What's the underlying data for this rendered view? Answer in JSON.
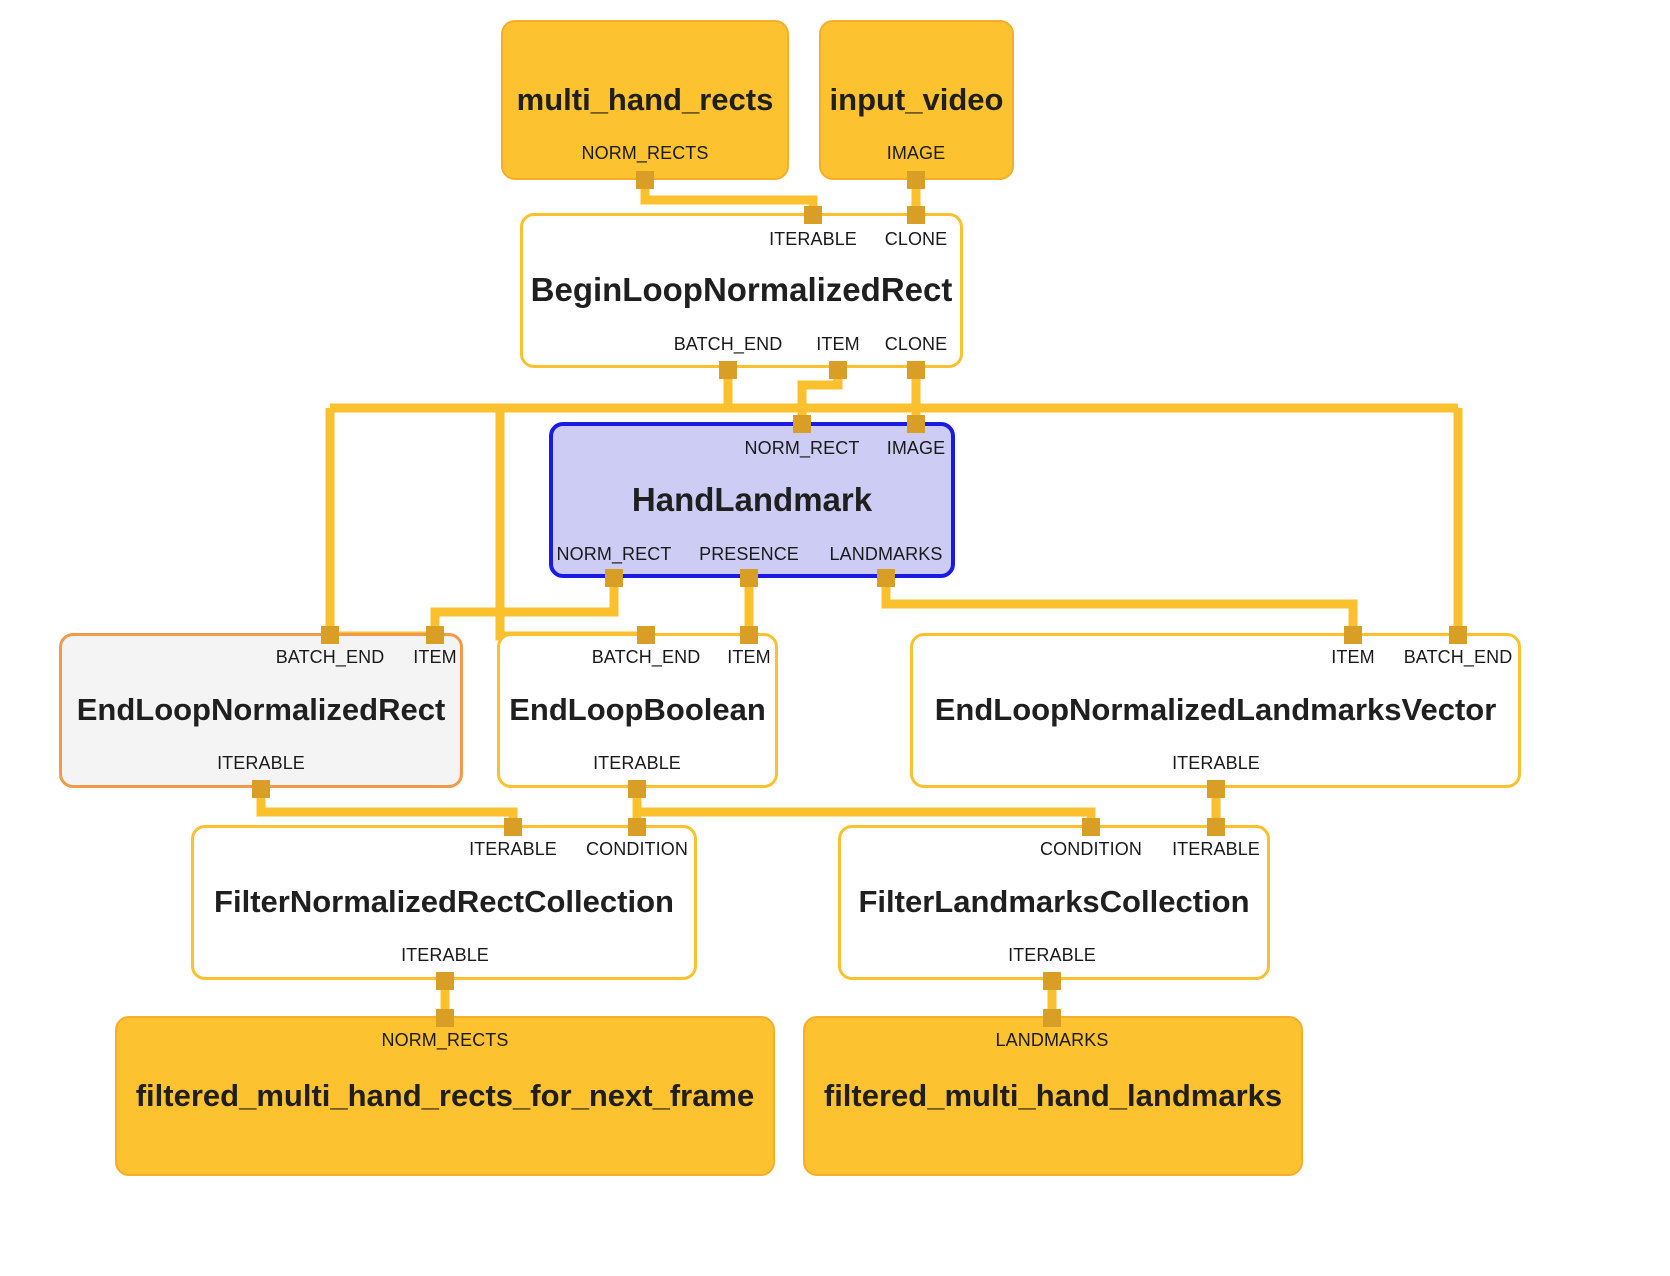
{
  "graph": {
    "type": "mediapipe-calculator-graph",
    "background": "#ffffff",
    "colors": {
      "stream_fill": "#fcc22f",
      "stream_border": "#f6ae2a",
      "calculator_fill": "#ffffff",
      "calculator_border": "#fbc02d",
      "highlight_fill": "#ccccf5",
      "highlight_border": "#1a1ae6",
      "selected_fill": "#f4f4f4",
      "selected_border": "#f29a4b",
      "edge": "#fbc02d",
      "port": "#d99e26",
      "text": "#1a1a1a"
    },
    "nodes": [
      {
        "id": "multi_hand_rects",
        "label": "multi_hand_rects",
        "kind": "stream",
        "outputs": [
          "NORM_RECTS"
        ],
        "inputs": []
      },
      {
        "id": "input_video",
        "label": "input_video",
        "kind": "stream",
        "outputs": [
          "IMAGE"
        ],
        "inputs": []
      },
      {
        "id": "BeginLoopNormalizedRect",
        "label": "BeginLoopNormalizedRect",
        "kind": "calculator",
        "inputs": [
          "ITERABLE",
          "CLONE"
        ],
        "outputs": [
          "BATCH_END",
          "ITEM",
          "CLONE"
        ]
      },
      {
        "id": "HandLandmark",
        "label": "HandLandmark",
        "kind": "calculator-highlight",
        "inputs": [
          "NORM_RECT",
          "IMAGE"
        ],
        "outputs": [
          "NORM_RECT",
          "PRESENCE",
          "LANDMARKS"
        ]
      },
      {
        "id": "EndLoopNormalizedRect",
        "label": "EndLoopNormalizedRect",
        "kind": "calculator-selected",
        "inputs": [
          "BATCH_END",
          "ITEM"
        ],
        "outputs": [
          "ITERABLE"
        ]
      },
      {
        "id": "EndLoopBoolean",
        "label": "EndLoopBoolean",
        "kind": "calculator",
        "inputs": [
          "BATCH_END",
          "ITEM"
        ],
        "outputs": [
          "ITERABLE"
        ]
      },
      {
        "id": "EndLoopNormalizedLandmarksVector",
        "label": "EndLoopNormalizedLandmarksVector",
        "kind": "calculator",
        "inputs": [
          "ITEM",
          "BATCH_END"
        ],
        "outputs": [
          "ITERABLE"
        ]
      },
      {
        "id": "FilterNormalizedRectCollection",
        "label": "FilterNormalizedRectCollection",
        "kind": "calculator",
        "inputs": [
          "ITERABLE",
          "CONDITION"
        ],
        "outputs": [
          "ITERABLE"
        ]
      },
      {
        "id": "FilterLandmarksCollection",
        "label": "FilterLandmarksCollection",
        "kind": "calculator",
        "inputs": [
          "CONDITION",
          "ITERABLE"
        ],
        "outputs": [
          "ITERABLE"
        ]
      },
      {
        "id": "filtered_multi_hand_rects_for_next_frame",
        "label": "filtered_multi_hand_rects_for_next_frame",
        "kind": "stream",
        "inputs": [
          "NORM_RECTS"
        ],
        "outputs": []
      },
      {
        "id": "filtered_multi_hand_landmarks",
        "label": "filtered_multi_hand_landmarks",
        "kind": "stream",
        "inputs": [
          "LANDMARKS"
        ],
        "outputs": []
      }
    ],
    "edges": [
      {
        "from": "multi_hand_rects.NORM_RECTS",
        "to": "BeginLoopNormalizedRect.ITERABLE"
      },
      {
        "from": "input_video.IMAGE",
        "to": "BeginLoopNormalizedRect.CLONE"
      },
      {
        "from": "BeginLoopNormalizedRect.ITEM",
        "to": "HandLandmark.NORM_RECT"
      },
      {
        "from": "BeginLoopNormalizedRect.CLONE",
        "to": "HandLandmark.IMAGE"
      },
      {
        "from": "BeginLoopNormalizedRect.BATCH_END",
        "to": "EndLoopNormalizedRect.BATCH_END"
      },
      {
        "from": "BeginLoopNormalizedRect.BATCH_END",
        "to": "EndLoopBoolean.BATCH_END"
      },
      {
        "from": "BeginLoopNormalizedRect.BATCH_END",
        "to": "EndLoopNormalizedLandmarksVector.BATCH_END"
      },
      {
        "from": "HandLandmark.NORM_RECT",
        "to": "EndLoopNormalizedRect.ITEM"
      },
      {
        "from": "HandLandmark.PRESENCE",
        "to": "EndLoopBoolean.ITEM"
      },
      {
        "from": "HandLandmark.LANDMARKS",
        "to": "EndLoopNormalizedLandmarksVector.ITEM"
      },
      {
        "from": "EndLoopNormalizedRect.ITERABLE",
        "to": "FilterNormalizedRectCollection.ITERABLE"
      },
      {
        "from": "EndLoopBoolean.ITERABLE",
        "to": "FilterNormalizedRectCollection.CONDITION"
      },
      {
        "from": "EndLoopBoolean.ITERABLE",
        "to": "FilterLandmarksCollection.CONDITION"
      },
      {
        "from": "EndLoopNormalizedLandmarksVector.ITERABLE",
        "to": "FilterLandmarksCollection.ITERABLE"
      },
      {
        "from": "FilterNormalizedRectCollection.ITERABLE",
        "to": "filtered_multi_hand_rects_for_next_frame.NORM_RECTS"
      },
      {
        "from": "FilterLandmarksCollection.ITERABLE",
        "to": "filtered_multi_hand_landmarks.LANDMARKS"
      }
    ]
  },
  "labels": {
    "multi_hand_rects": "multi_hand_rects",
    "multi_hand_rects_out": "NORM_RECTS",
    "input_video": "input_video",
    "input_video_out": "IMAGE",
    "begin_loop": "BeginLoopNormalizedRect",
    "begin_loop_in_iterable": "ITERABLE",
    "begin_loop_in_clone": "CLONE",
    "begin_loop_out_batch_end": "BATCH_END",
    "begin_loop_out_item": "ITEM",
    "begin_loop_out_clone": "CLONE",
    "hand_landmark": "HandLandmark",
    "hand_landmark_in_norm_rect": "NORM_RECT",
    "hand_landmark_in_image": "IMAGE",
    "hand_landmark_out_norm_rect": "NORM_RECT",
    "hand_landmark_out_presence": "PRESENCE",
    "hand_landmark_out_landmarks": "LANDMARKS",
    "end_loop_rect": "EndLoopNormalizedRect",
    "end_loop_rect_in_batch_end": "BATCH_END",
    "end_loop_rect_in_item": "ITEM",
    "end_loop_rect_out_iterable": "ITERABLE",
    "end_loop_bool": "EndLoopBoolean",
    "end_loop_bool_in_batch_end": "BATCH_END",
    "end_loop_bool_in_item": "ITEM",
    "end_loop_bool_out_iterable": "ITERABLE",
    "end_loop_lm": "EndLoopNormalizedLandmarksVector",
    "end_loop_lm_in_item": "ITEM",
    "end_loop_lm_in_batch_end": "BATCH_END",
    "end_loop_lm_out_iterable": "ITERABLE",
    "filter_rect": "FilterNormalizedRectCollection",
    "filter_rect_in_iterable": "ITERABLE",
    "filter_rect_in_condition": "CONDITION",
    "filter_rect_out_iterable": "ITERABLE",
    "filter_lm": "FilterLandmarksCollection",
    "filter_lm_in_condition": "CONDITION",
    "filter_lm_in_iterable": "ITERABLE",
    "filter_lm_out_iterable": "ITERABLE",
    "out_rects": "filtered_multi_hand_rects_for_next_frame",
    "out_rects_in": "NORM_RECTS",
    "out_landmarks": "filtered_multi_hand_landmarks",
    "out_landmarks_in": "LANDMARKS"
  }
}
